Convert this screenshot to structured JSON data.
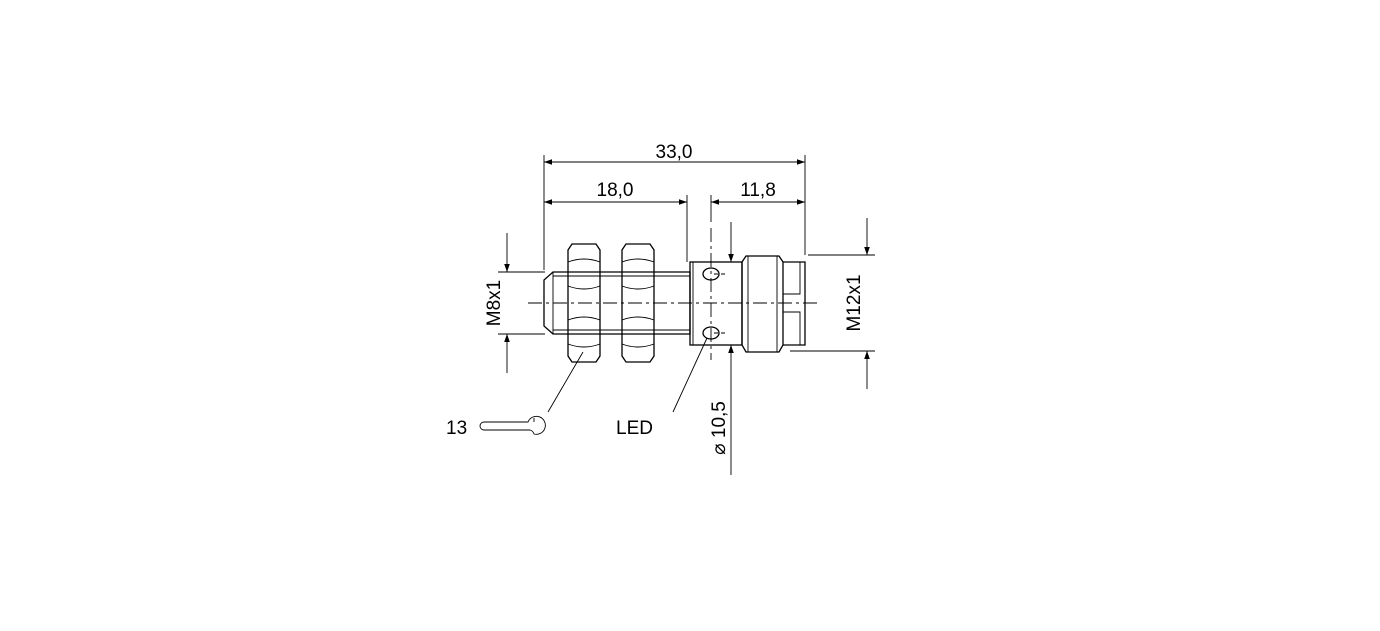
{
  "dimensions": {
    "overall_length": "33,0",
    "thread_length": "18,0",
    "connector_length": "11,8",
    "thread_size": "M8x1",
    "connector_thread": "M12x1",
    "housing_diameter": "⌀ 10,5"
  },
  "labels": {
    "led": "LED",
    "wrench_size": "13"
  },
  "icons": [
    "wrench-icon"
  ],
  "colors": {
    "line": "#000000",
    "background": "#ffffff"
  }
}
